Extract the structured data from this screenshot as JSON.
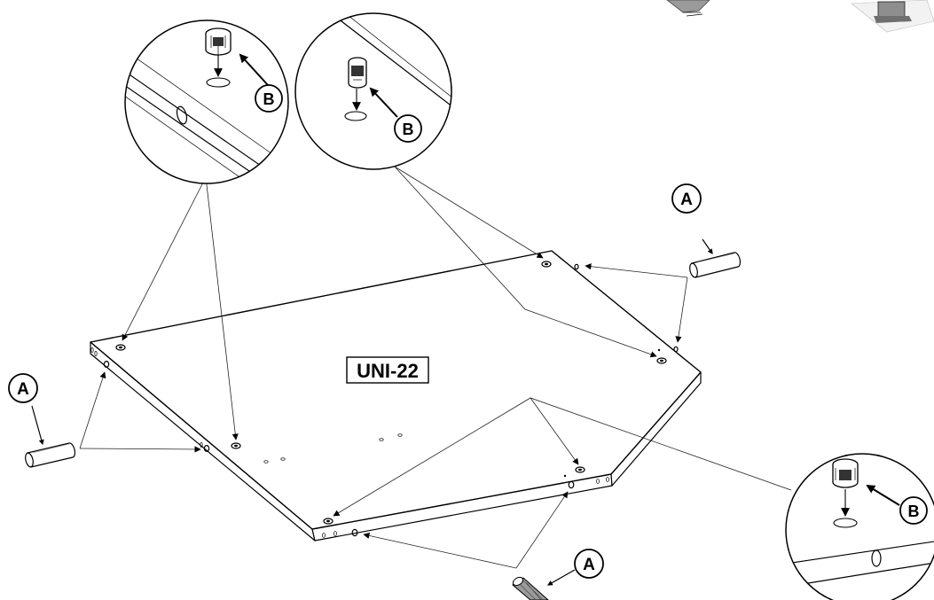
{
  "panel_label": "UNI-22",
  "part_letters": {
    "dowel": "A",
    "cam_lock": "B"
  }
}
